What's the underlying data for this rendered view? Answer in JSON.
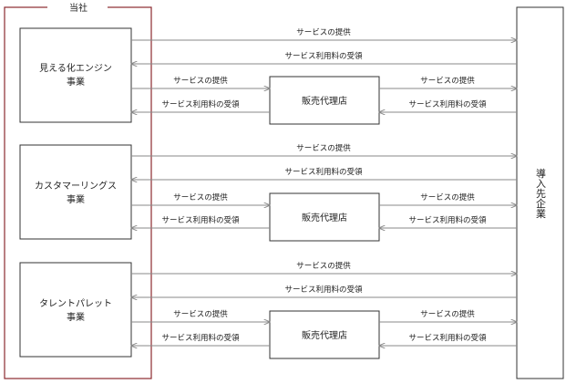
{
  "company": {
    "label": "当社",
    "border_color": "#8b2a2f"
  },
  "client": {
    "label": "導入先企業"
  },
  "agency_label": "販売代理店",
  "flow_labels": {
    "provide": "サービスの提供",
    "fee": "サービス利用料の受領"
  },
  "businesses": [
    {
      "id": "visualization",
      "lines": [
        "見える化エンジン",
        "事業"
      ]
    },
    {
      "id": "customer-ring",
      "lines": [
        "カスタマーリングス",
        "事業"
      ]
    },
    {
      "id": "talent-palette",
      "lines": [
        "タレントパレット",
        "事業"
      ]
    }
  ],
  "colors": {
    "line": "#8a8a8a",
    "box_border": "#333333",
    "text": "#222222"
  }
}
